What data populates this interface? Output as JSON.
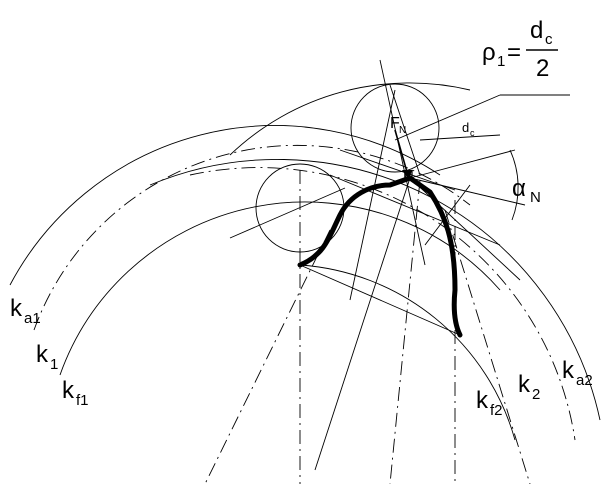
{
  "labels": {
    "rho_formula": {
      "lhs": "ρ",
      "lhs_sub": "1",
      "eq": "=",
      "numerator": "d",
      "numerator_sub": "c",
      "denominator": "2"
    },
    "force": {
      "main": "F",
      "sub": "N"
    },
    "point": "N",
    "cutter_diameter": {
      "main": "d",
      "sub": "c"
    },
    "pressure_angle": {
      "main": "α",
      "sub": "N"
    },
    "ka1": {
      "main": "k",
      "sub": "a1"
    },
    "k1": {
      "main": "k",
      "sub": "1"
    },
    "kf1": {
      "main": "k",
      "sub": "f1"
    },
    "kf2": {
      "main": "k",
      "sub": "f2"
    },
    "k2": {
      "main": "k",
      "sub": "2"
    },
    "ka2": {
      "main": "k",
      "sub": "a2"
    }
  }
}
